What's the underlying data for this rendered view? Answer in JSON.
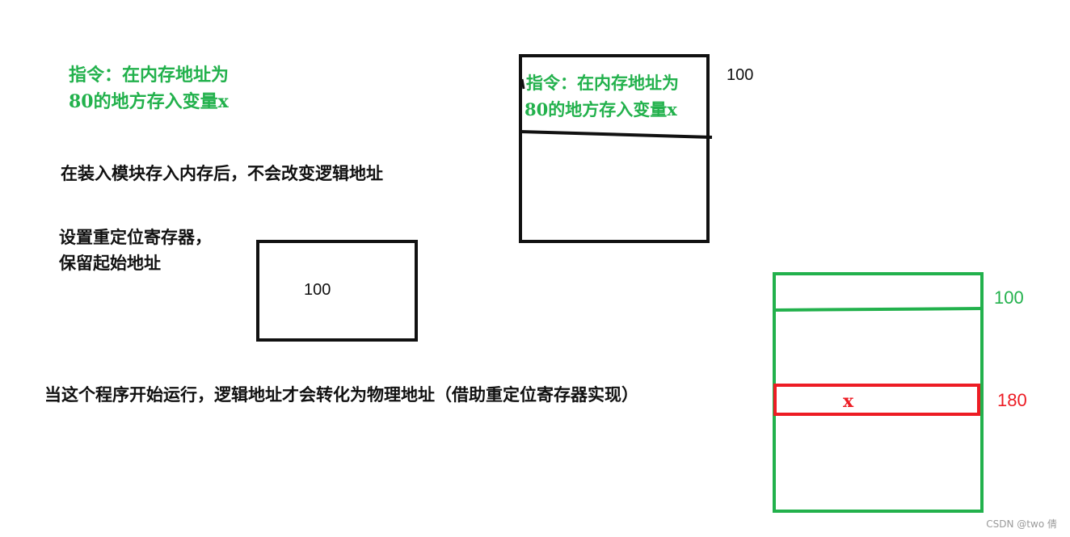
{
  "left_notes": {
    "instruction_line1": "指令：在内存地址为",
    "instruction_line2": "80的地方存入变量x",
    "after_load_note": "在装入模块存入内存后，不会改变逻辑地址",
    "relocation_line1": "设置重定位寄存器，",
    "relocation_line2": "保留起始地址",
    "runtime_note": "当这个程序开始运行，逻辑地址才会转化为物理地址（借助重定位寄存器实现）"
  },
  "relocation_register": {
    "value": "100"
  },
  "load_module_block": {
    "start_address": "100",
    "instruction_line1": "指令：在内存地址为",
    "instruction_line2": "80的地方存入变量x"
  },
  "physical_memory_block": {
    "start_address": "100",
    "variable_address": "180",
    "variable_name": "x"
  },
  "watermark": "CSDN @two 倩",
  "colors": {
    "green": "#22b14c",
    "red": "#ed1c24",
    "black": "#111111"
  }
}
